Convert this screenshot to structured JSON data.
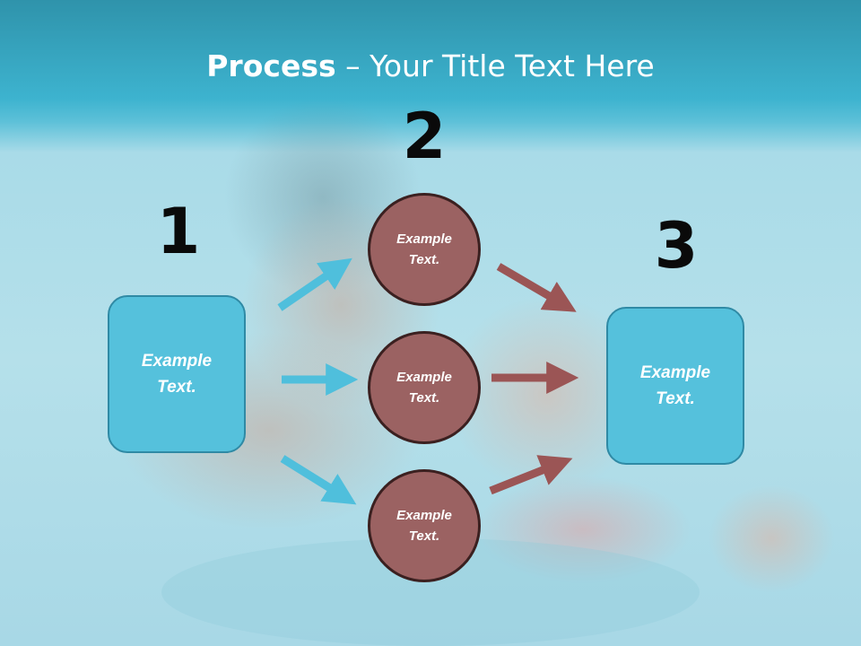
{
  "slide": {
    "title_bold": "Process",
    "title_rest": " – Your Title Text Here"
  },
  "steps": [
    {
      "number": "1",
      "label_line1": "Example",
      "label_line2": "Text."
    },
    {
      "number": "2"
    },
    {
      "number": "3",
      "label_line1": "Example",
      "label_line2": "Text."
    }
  ],
  "circles": [
    {
      "label_line1": "Example",
      "label_line2": "Text."
    },
    {
      "label_line1": "Example",
      "label_line2": "Text."
    },
    {
      "label_line1": "Example",
      "label_line2": "Text."
    }
  ],
  "colors": {
    "box_fill": "#55c1dc",
    "circle_fill": "#9b6262",
    "arrow_blue": "#4fbfdc",
    "arrow_brown": "#9b5555"
  }
}
